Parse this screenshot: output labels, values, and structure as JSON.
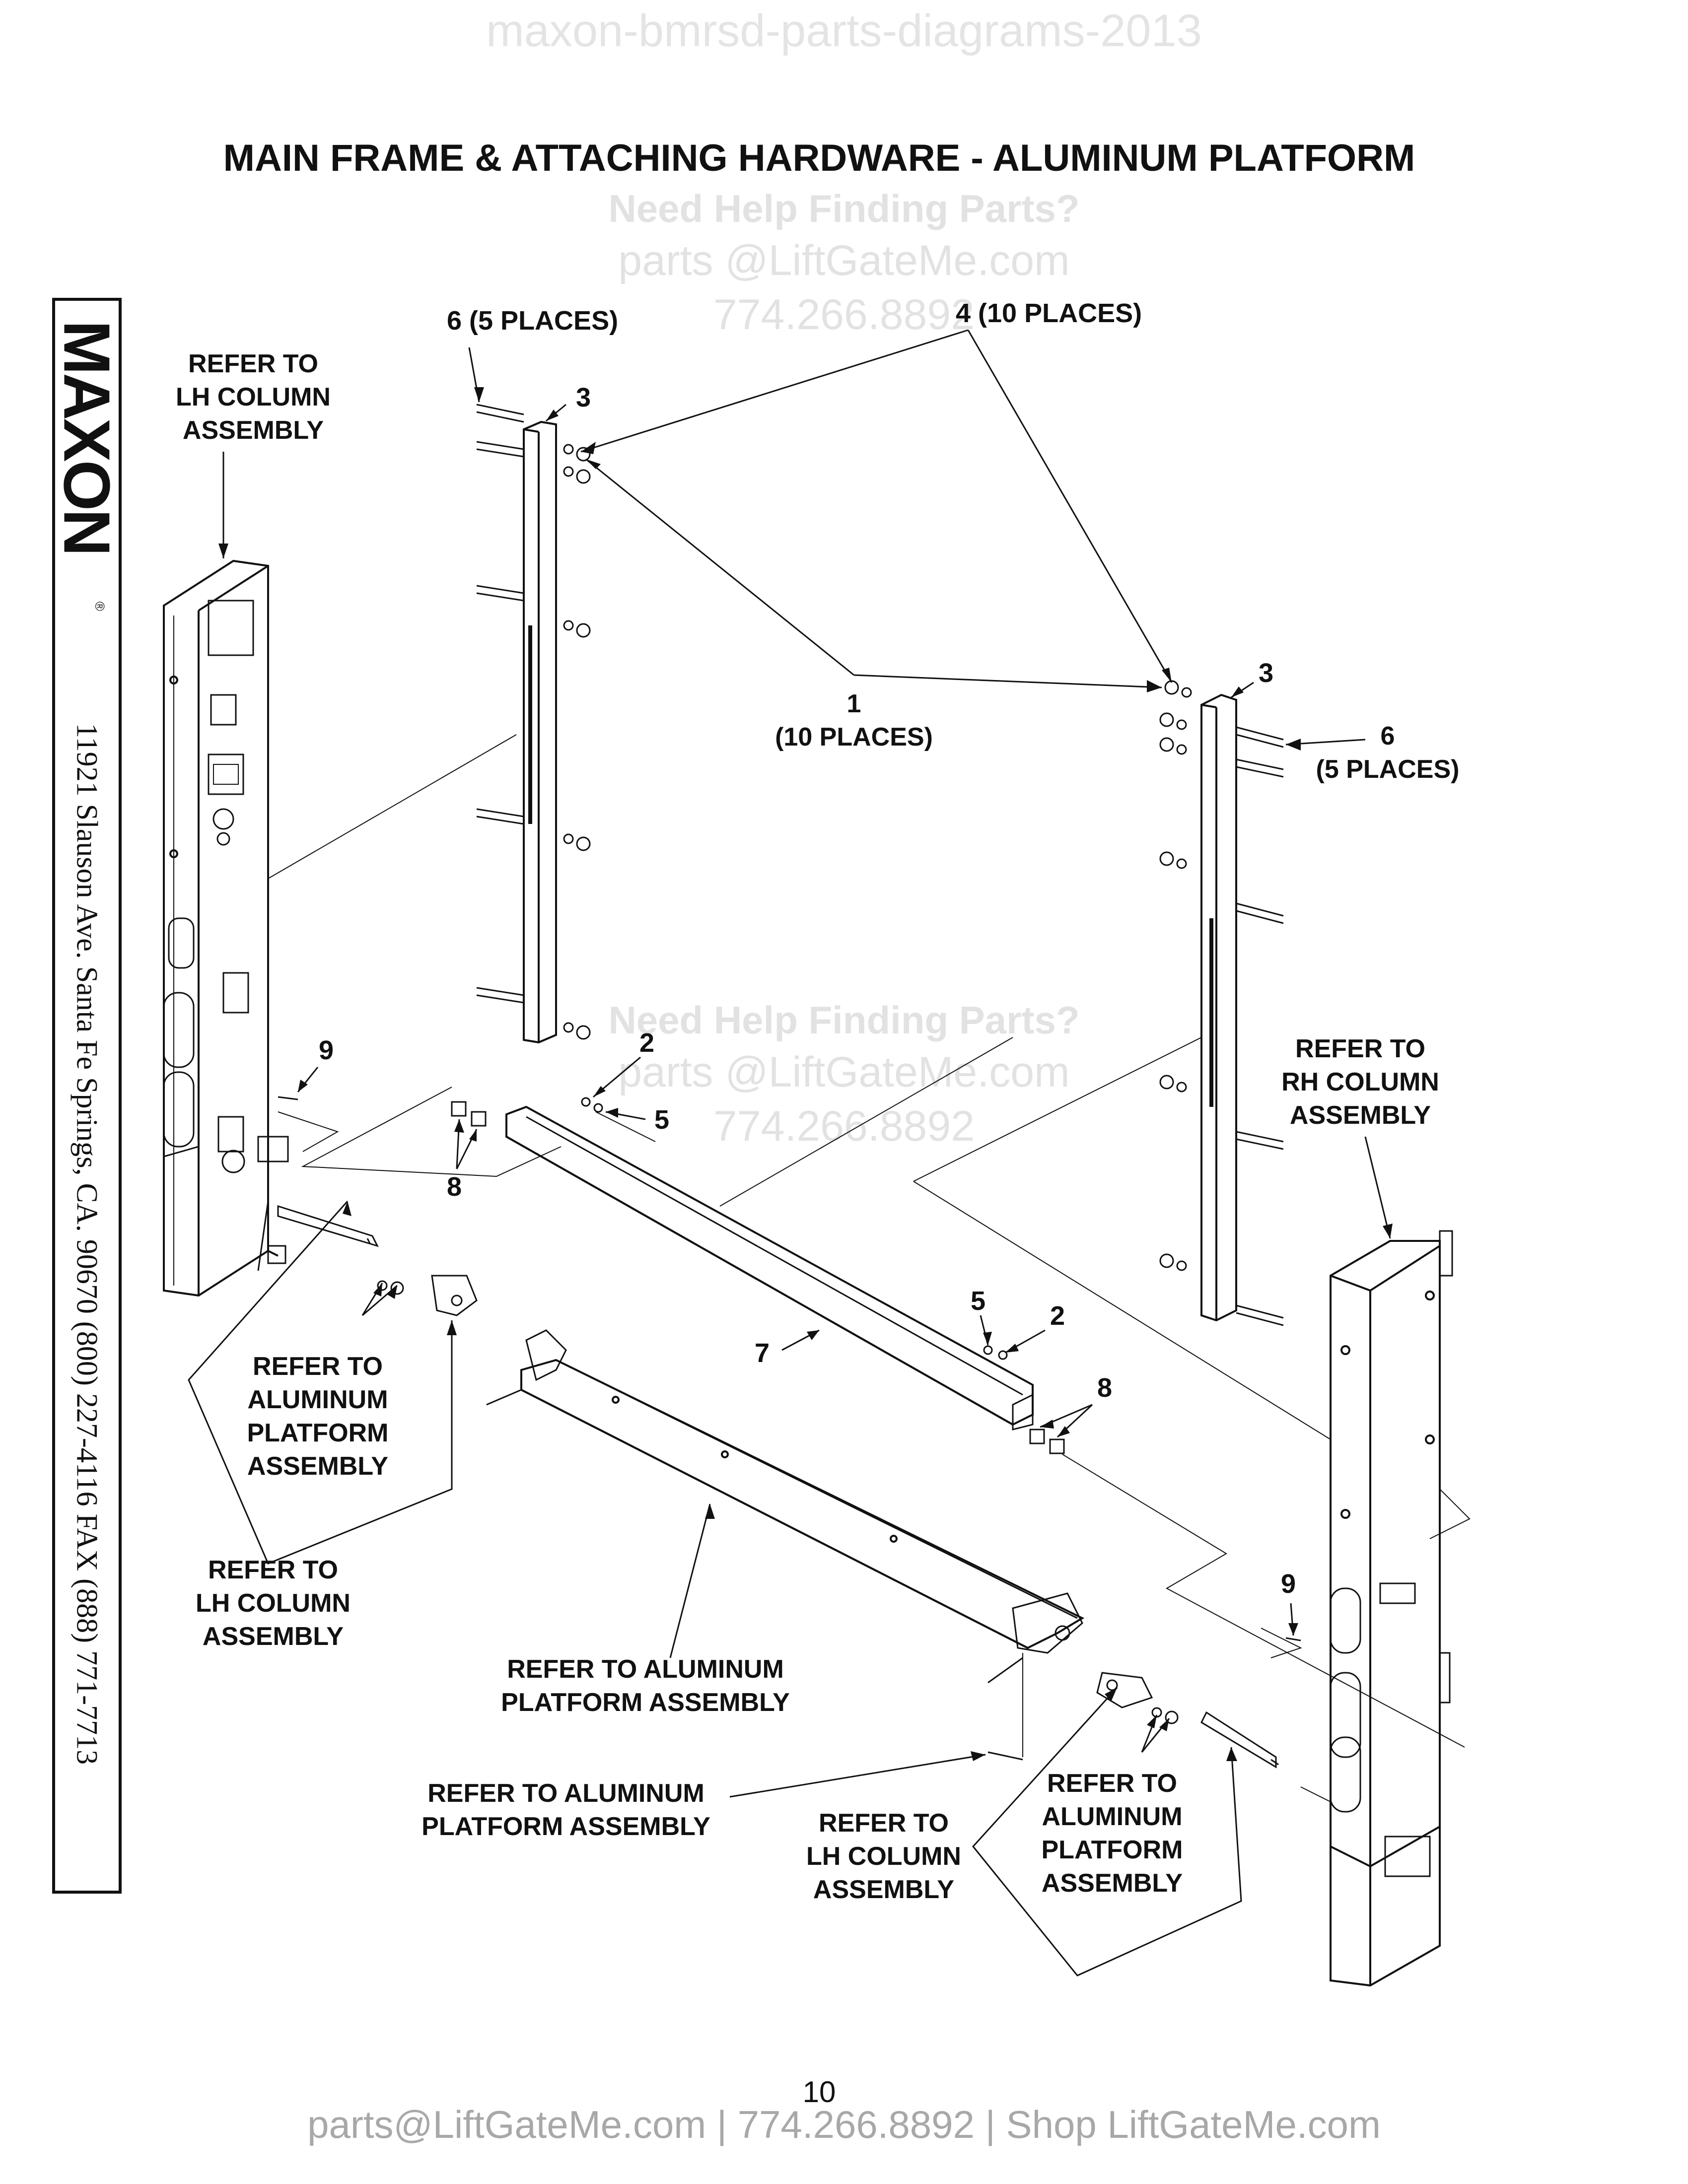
{
  "watermark_top": "maxon-bmrsd-parts-diagrams-2013",
  "title": "MAIN FRAME & ATTACHING HARDWARE - ALUMINUM PLATFORM",
  "watermark": {
    "line1": "Need Help Finding Parts?",
    "line2": "parts @LiftGateMe.com",
    "line3": "774.266.8892"
  },
  "sidebar": {
    "brand": "MAXON",
    "registered": "®",
    "address": "11921 Slauson Ave.  Santa Fe Springs, CA.  90670  (800) 227-4116  FAX (888) 771-7713"
  },
  "callouts": {
    "c1": "1",
    "c1_places": "(10 PLACES)",
    "c2a": "2",
    "c2b": "2",
    "c3a": "3",
    "c3b": "3",
    "c4": "4 (10 PLACES)",
    "c5a": "5",
    "c5b": "5",
    "c6a": "6 (5 PLACES)",
    "c6b": "6",
    "c6b_places": "(5 PLACES)",
    "c7": "7",
    "c8a": "8",
    "c8b": "8",
    "c9a": "9",
    "c9b": "9"
  },
  "labels": {
    "refer_lh_top": [
      "REFER TO",
      "LH COLUMN",
      "ASSEMBLY"
    ],
    "refer_rh": [
      "REFER TO",
      "RH COLUMN",
      "ASSEMBLY"
    ],
    "refer_alum_left": [
      "REFER TO",
      "ALUMINUM",
      "PLATFORM",
      "ASSEMBLY"
    ],
    "refer_lh_left": [
      "REFER TO",
      "LH COLUMN",
      "ASSEMBLY"
    ],
    "refer_alum_center": [
      "REFER TO ALUMINUM",
      "PLATFORM ASSEMBLY"
    ],
    "refer_alum_bottom": [
      "REFER TO ALUMINUM",
      "PLATFORM ASSEMBLY"
    ],
    "refer_lh_bottom": [
      "REFER TO",
      "LH COLUMN",
      "ASSEMBLY"
    ],
    "refer_alum_right": [
      "REFER TO",
      "ALUMINUM",
      "PLATFORM",
      "ASSEMBLY"
    ]
  },
  "page_number": "10",
  "footer": "parts@LiftGateMe.com | 774.266.8892 | Shop LiftGateMe.com"
}
